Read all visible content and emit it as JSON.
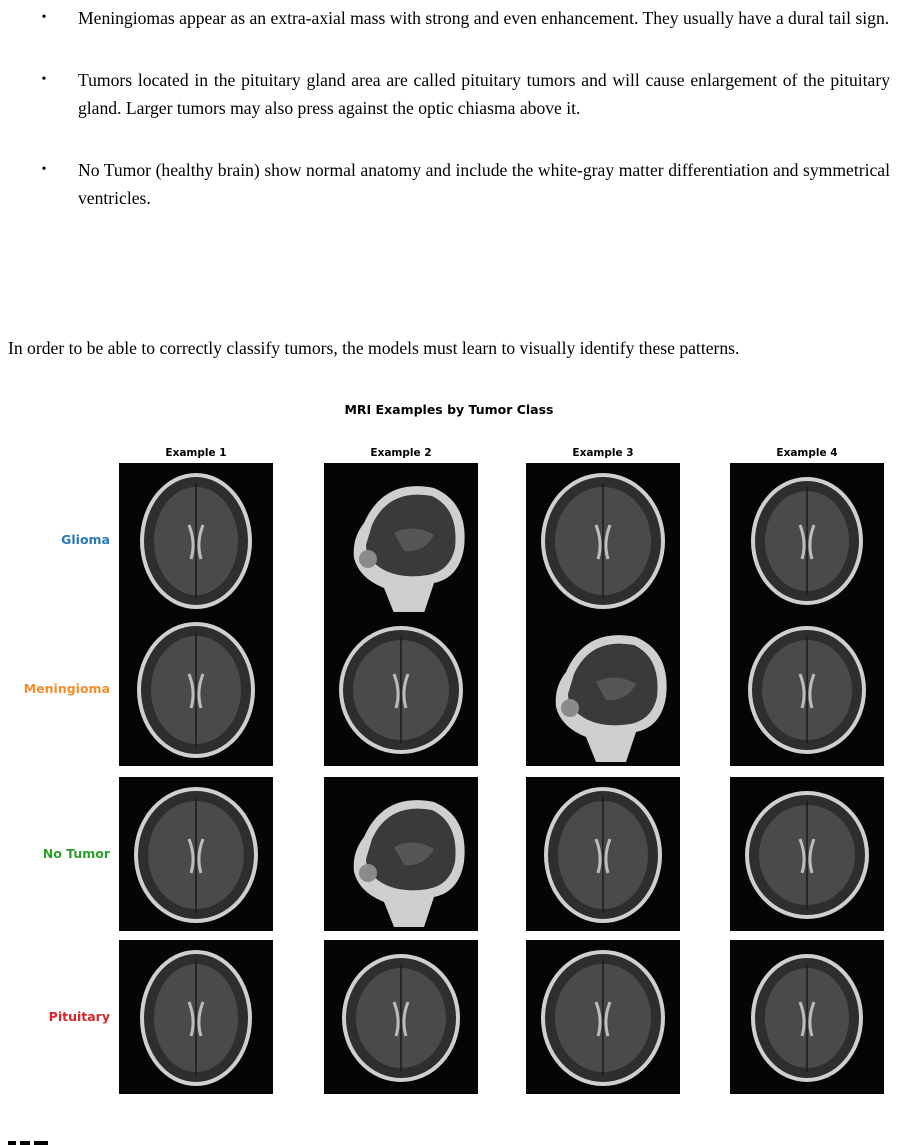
{
  "bullets": [
    "Meningiomas appear as an extra-axial mass with strong and even enhancement. They usually have a dural tail sign.",
    "Tumors located in the pituitary gland area are called pituitary tumors and will cause enlargement of the pituitary gland. Larger tumors may also press against the optic chiasma above it.",
    "No Tumor (healthy brain) show normal anatomy and include the white-gray matter differentiation and symmetrical ventricles."
  ],
  "paragraph": "In order to be able to correctly classify tumors, the models must learn to visually identify these patterns.",
  "figure": {
    "title": "MRI Examples by Tumor Class",
    "columns": [
      "Example 1",
      "Example 2",
      "Example 3",
      "Example 4"
    ],
    "rows": [
      {
        "label": "Glioma",
        "color": "#2878b5"
      },
      {
        "label": "Meningioma",
        "color": "#f28e2b"
      },
      {
        "label": "No Tumor",
        "color": "#2ca02c"
      },
      {
        "label": "Pituitary",
        "color": "#d62728"
      }
    ],
    "views": [
      [
        "axial",
        "sagittal",
        "axial",
        "axial"
      ],
      [
        "axial",
        "axial",
        "sagittal",
        "axial"
      ],
      [
        "axial",
        "sagittal",
        "axial",
        "axial"
      ],
      [
        "axial",
        "axial",
        "axial",
        "axial"
      ]
    ]
  }
}
